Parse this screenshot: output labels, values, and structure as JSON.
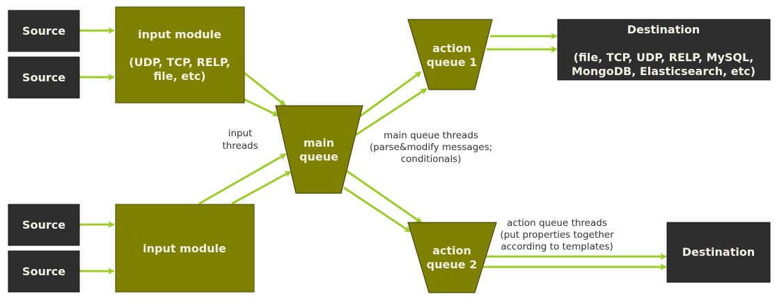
{
  "colors": {
    "source_fill": "#2e2e2e",
    "module_fill": "#7f7f00",
    "arrow": "#9acd22",
    "text_light": "#f2f2e6",
    "label_text": "#333333"
  },
  "sources": [
    "Source",
    "Source",
    "Source",
    "Source"
  ],
  "input_modules": [
    {
      "title": "input module",
      "detail_lines": [
        "(UDP, TCP, RELP,",
        "file, etc)"
      ]
    },
    {
      "title": "input module",
      "detail_lines": []
    }
  ],
  "main_queue": {
    "lines": [
      "main",
      "queue"
    ]
  },
  "action_queues": [
    {
      "lines": [
        "action",
        "queue 1"
      ]
    },
    {
      "lines": [
        "action",
        "queue 2"
      ]
    }
  ],
  "destinations": [
    {
      "title": "Destination",
      "detail_lines": [
        "(file, TCP, UDP, RELP, MySQL,",
        "MongoDB, Elasticsearch, etc)"
      ]
    },
    {
      "title": "Destination",
      "detail_lines": []
    }
  ],
  "labels": {
    "input_threads": [
      "input",
      "threads"
    ],
    "main_queue_threads": [
      "main queue threads",
      "(parse&modify messages;",
      "conditionals)"
    ],
    "action_queue_threads": [
      "action queue threads",
      "(put properties together",
      "according to templates)"
    ]
  }
}
